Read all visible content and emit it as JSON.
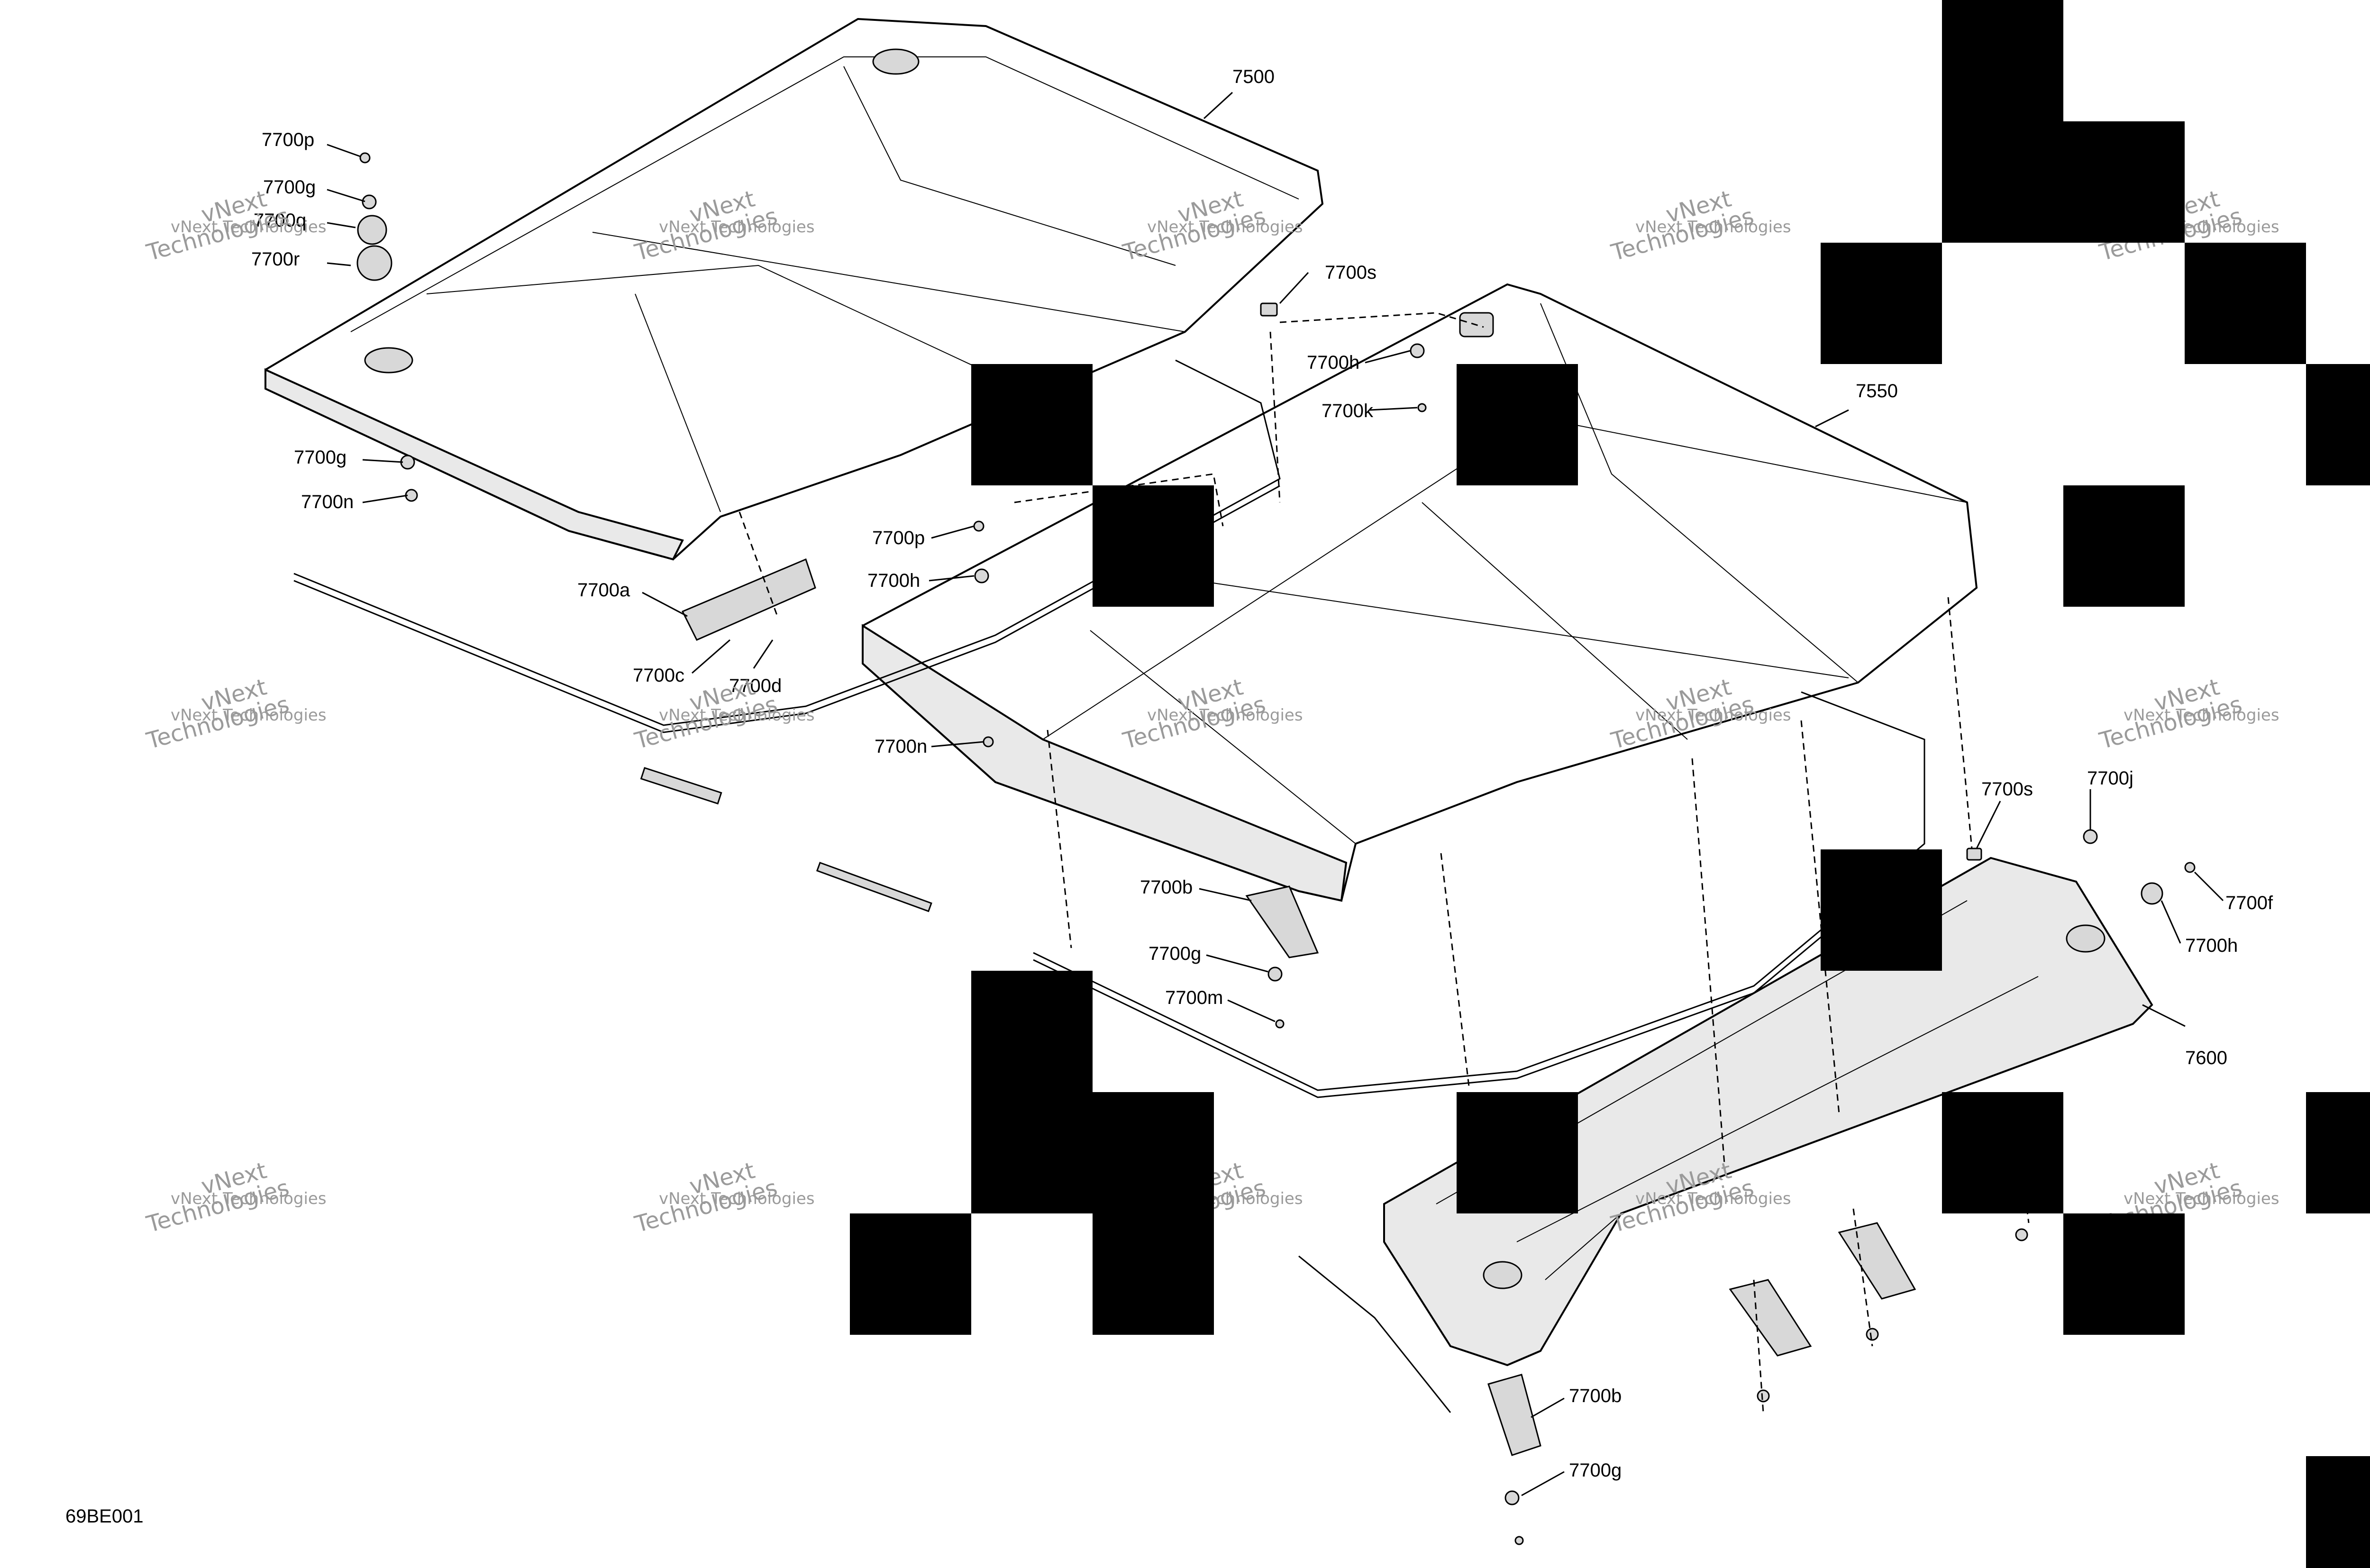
{
  "drawing_code": "69BE001",
  "watermark": {
    "line1": "vNext Technologies",
    "line2": "vNext",
    "line3": "Technologies"
  },
  "callouts": {
    "c7500": "7500",
    "c7550": "7550",
    "c7600": "7600",
    "c7700p_a": "7700p",
    "c7700g_a": "7700g",
    "c7700q": "7700q",
    "c7700r": "7700r",
    "c7700g_b": "7700g",
    "c7700n_a": "7700n",
    "c7700a": "7700a",
    "c7700c": "7700c",
    "c7700d": "7700d",
    "c7700p_b": "7700p",
    "c7700h_a": "7700h",
    "c7700n_b": "7700n",
    "c7700s_a": "7700s",
    "c7700h_b": "7700h",
    "c7700k": "7700k",
    "c7700b_a": "7700b",
    "c7700g_c": "7700g",
    "c7700m": "7700m",
    "c7700s_b": "7700s",
    "c7700j": "7700j",
    "c7700f": "7700f",
    "c7700h_c": "7700h",
    "c7700b_b": "7700b",
    "c7700g_d": "7700g"
  }
}
